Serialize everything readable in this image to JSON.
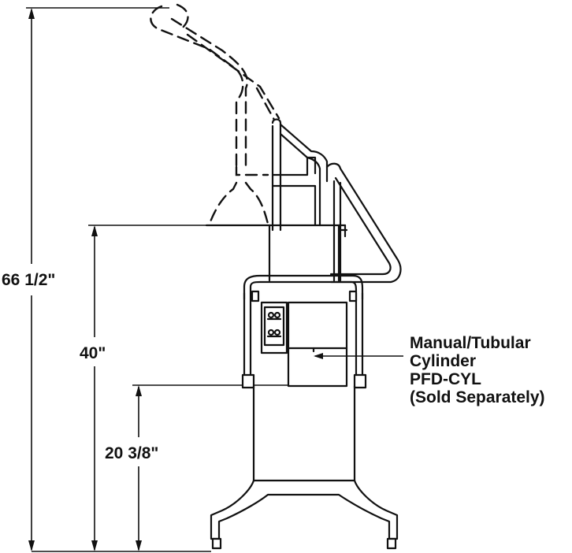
{
  "dimensions": {
    "overall_height": "66 1/2\"",
    "table_height": "40\"",
    "cylinder_height": "20 3/8\""
  },
  "callout": {
    "line1": "Manual/Tubular",
    "line2": "Cylinder",
    "line3": "PFD-CYL",
    "line4": "(Sold Separately)"
  }
}
